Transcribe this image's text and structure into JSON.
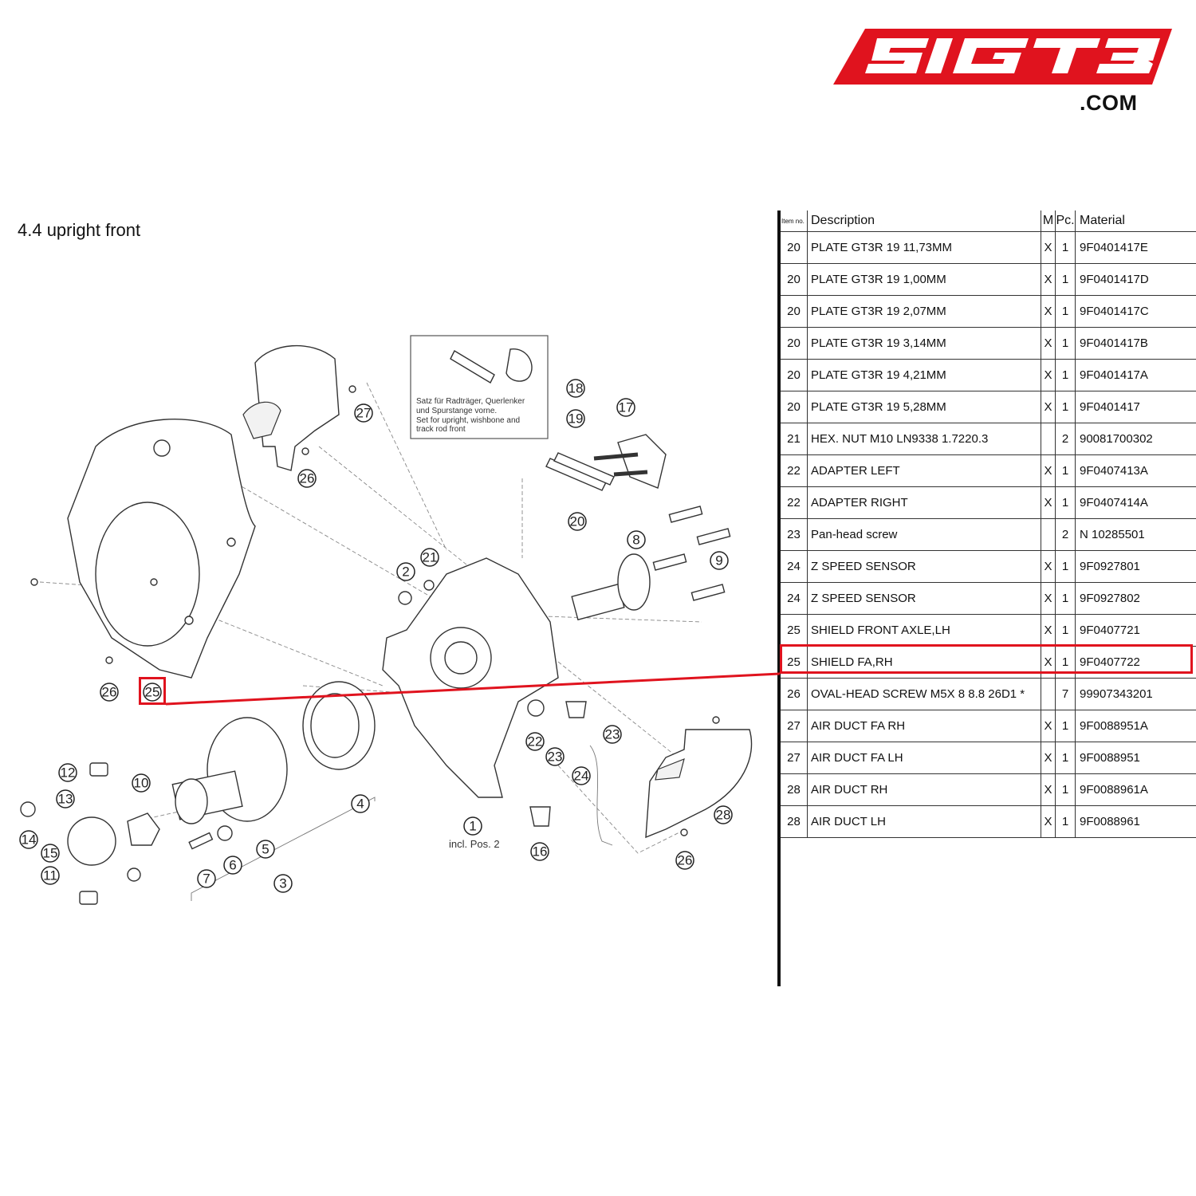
{
  "brand": {
    "logo_text": "5IGT3",
    "domain_suffix": ".COM",
    "logo_color": "#e0131e"
  },
  "section": {
    "title": "4.4  upright front"
  },
  "diagram": {
    "kit_note": {
      "de": [
        "Satz für Radträger, Querlenker",
        "und Spurstange vorne."
      ],
      "en": [
        "Set for upright, wishbone and",
        "track rod front"
      ]
    },
    "incl_note": "incl. Pos. 2",
    "callouts": [
      "1",
      "2",
      "3",
      "4",
      "5",
      "6",
      "7",
      "8",
      "9",
      "10",
      "11",
      "12",
      "13",
      "14",
      "15",
      "16",
      "17",
      "18",
      "19",
      "20",
      "21",
      "22",
      "23",
      "23",
      "24",
      "25",
      "26",
      "26",
      "26",
      "27",
      "28"
    ]
  },
  "table": {
    "headers": {
      "item": "Item no.",
      "description": "Description",
      "m": "M",
      "pc": "Pc.",
      "material": "Material"
    },
    "rows": [
      {
        "item": "20",
        "description": "PLATE GT3R 19 11,73MM",
        "m": "X",
        "pc": "1",
        "material": "9F0401417E"
      },
      {
        "item": "20",
        "description": "PLATE GT3R 19 1,00MM",
        "m": "X",
        "pc": "1",
        "material": "9F0401417D"
      },
      {
        "item": "20",
        "description": "PLATE GT3R 19 2,07MM",
        "m": "X",
        "pc": "1",
        "material": "9F0401417C"
      },
      {
        "item": "20",
        "description": "PLATE GT3R 19 3,14MM",
        "m": "X",
        "pc": "1",
        "material": "9F0401417B"
      },
      {
        "item": "20",
        "description": "PLATE GT3R 19 4,21MM",
        "m": "X",
        "pc": "1",
        "material": "9F0401417A"
      },
      {
        "item": "20",
        "description": "PLATE GT3R 19 5,28MM",
        "m": "X",
        "pc": "1",
        "material": "9F0401417"
      },
      {
        "item": "21",
        "description": "HEX. NUT M10 LN9338 1.7220.3",
        "m": "",
        "pc": "2",
        "material": "90081700302"
      },
      {
        "item": "22",
        "description": "ADAPTER LEFT",
        "m": "X",
        "pc": "1",
        "material": "9F0407413A"
      },
      {
        "item": "22",
        "description": "ADAPTER RIGHT",
        "m": "X",
        "pc": "1",
        "material": "9F0407414A"
      },
      {
        "item": "23",
        "description": "Pan-head screw",
        "m": "",
        "pc": "2",
        "material": "N 10285501"
      },
      {
        "item": "24",
        "description": "Z SPEED SENSOR",
        "m": "X",
        "pc": "1",
        "material": "9F0927801"
      },
      {
        "item": "24",
        "description": "Z SPEED SENSOR",
        "m": "X",
        "pc": "1",
        "material": "9F0927802"
      },
      {
        "item": "25",
        "description": "SHIELD FRONT AXLE,LH",
        "m": "X",
        "pc": "1",
        "material": "9F0407721"
      },
      {
        "item": "25",
        "description": "SHIELD FA,RH",
        "m": "X",
        "pc": "1",
        "material": "9F0407722"
      },
      {
        "item": "26",
        "description": "OVAL-HEAD SCREW M5X 8 8.8 26D1 *",
        "m": "",
        "pc": "7",
        "material": "99907343201"
      },
      {
        "item": "27",
        "description": "AIR DUCT FA RH",
        "m": "X",
        "pc": "1",
        "material": "9F0088951A"
      },
      {
        "item": "27",
        "description": "AIR DUCT FA LH",
        "m": "X",
        "pc": "1",
        "material": "9F0088951"
      },
      {
        "item": "28",
        "description": "AIR DUCT RH",
        "m": "X",
        "pc": "1",
        "material": "9F0088961A"
      },
      {
        "item": "28",
        "description": "AIR DUCT LH",
        "m": "X",
        "pc": "1",
        "material": "9F0088961"
      }
    ],
    "highlighted_row": "SHIELD FA,RH",
    "highlight_color": "#e0131e"
  }
}
